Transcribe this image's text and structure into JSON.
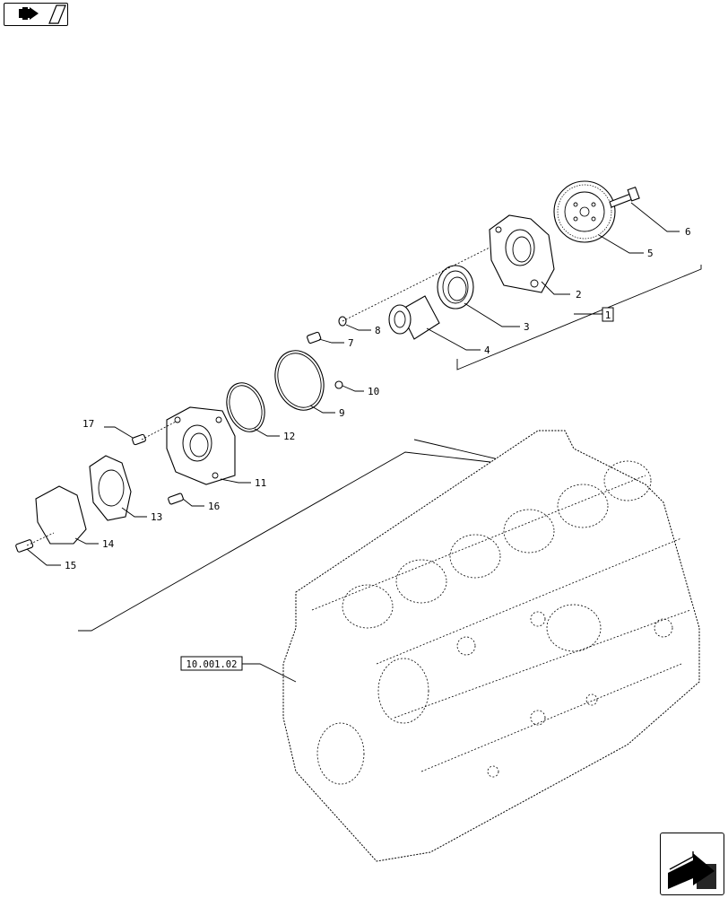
{
  "navigation": {
    "previous_icon": "left-arrow-page-icon",
    "next_icon": "next-page-arrow-icon"
  },
  "diagram": {
    "group_label": "1",
    "reference_label": "10.001.02",
    "callouts": [
      {
        "number": "2"
      },
      {
        "number": "3"
      },
      {
        "number": "4"
      },
      {
        "number": "5"
      },
      {
        "number": "6"
      },
      {
        "number": "7"
      },
      {
        "number": "8"
      },
      {
        "number": "9"
      },
      {
        "number": "10"
      },
      {
        "number": "11"
      },
      {
        "number": "12"
      },
      {
        "number": "13"
      },
      {
        "number": "14"
      },
      {
        "number": "15"
      },
      {
        "number": "16"
      },
      {
        "number": "17"
      }
    ]
  }
}
